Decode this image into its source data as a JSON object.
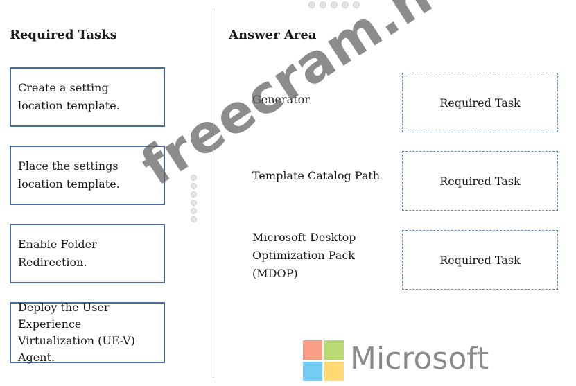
{
  "left_panel": {
    "heading": "Required Tasks",
    "tasks": [
      "Create a setting location template.",
      "Place the settings location template.",
      "Enable Folder Redirection.",
      "Deploy the User Experience Virtualization (UE-V) Agent."
    ]
  },
  "right_panel": {
    "heading": "Answer Area",
    "rows": [
      {
        "label": "Generator",
        "slot": "Required Task"
      },
      {
        "label": "Template Catalog Path",
        "slot": "Required Task"
      },
      {
        "label": "Microsoft Desktop Optimization Pack (MDOP)",
        "slot": "Required Task"
      }
    ]
  },
  "watermark": "freecram.net",
  "brand": {
    "name": "Microsoft",
    "logo_colors": [
      "#f25022",
      "#7fba00",
      "#00a4ef",
      "#ffb900"
    ]
  }
}
